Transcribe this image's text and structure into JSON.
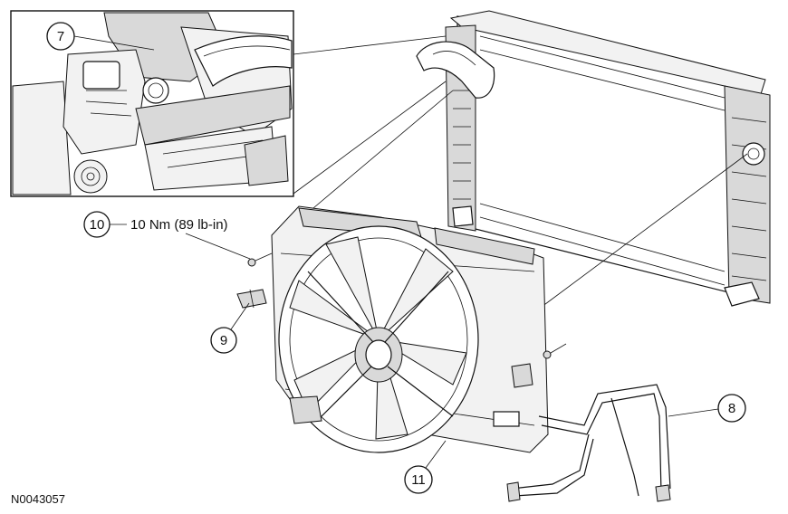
{
  "callouts": {
    "c7": "7",
    "c8": "8",
    "c9": "9",
    "c10": "10",
    "c11": "11"
  },
  "torque_spec": "10 Nm (89 lb-in)",
  "reference_id": "N0043057"
}
